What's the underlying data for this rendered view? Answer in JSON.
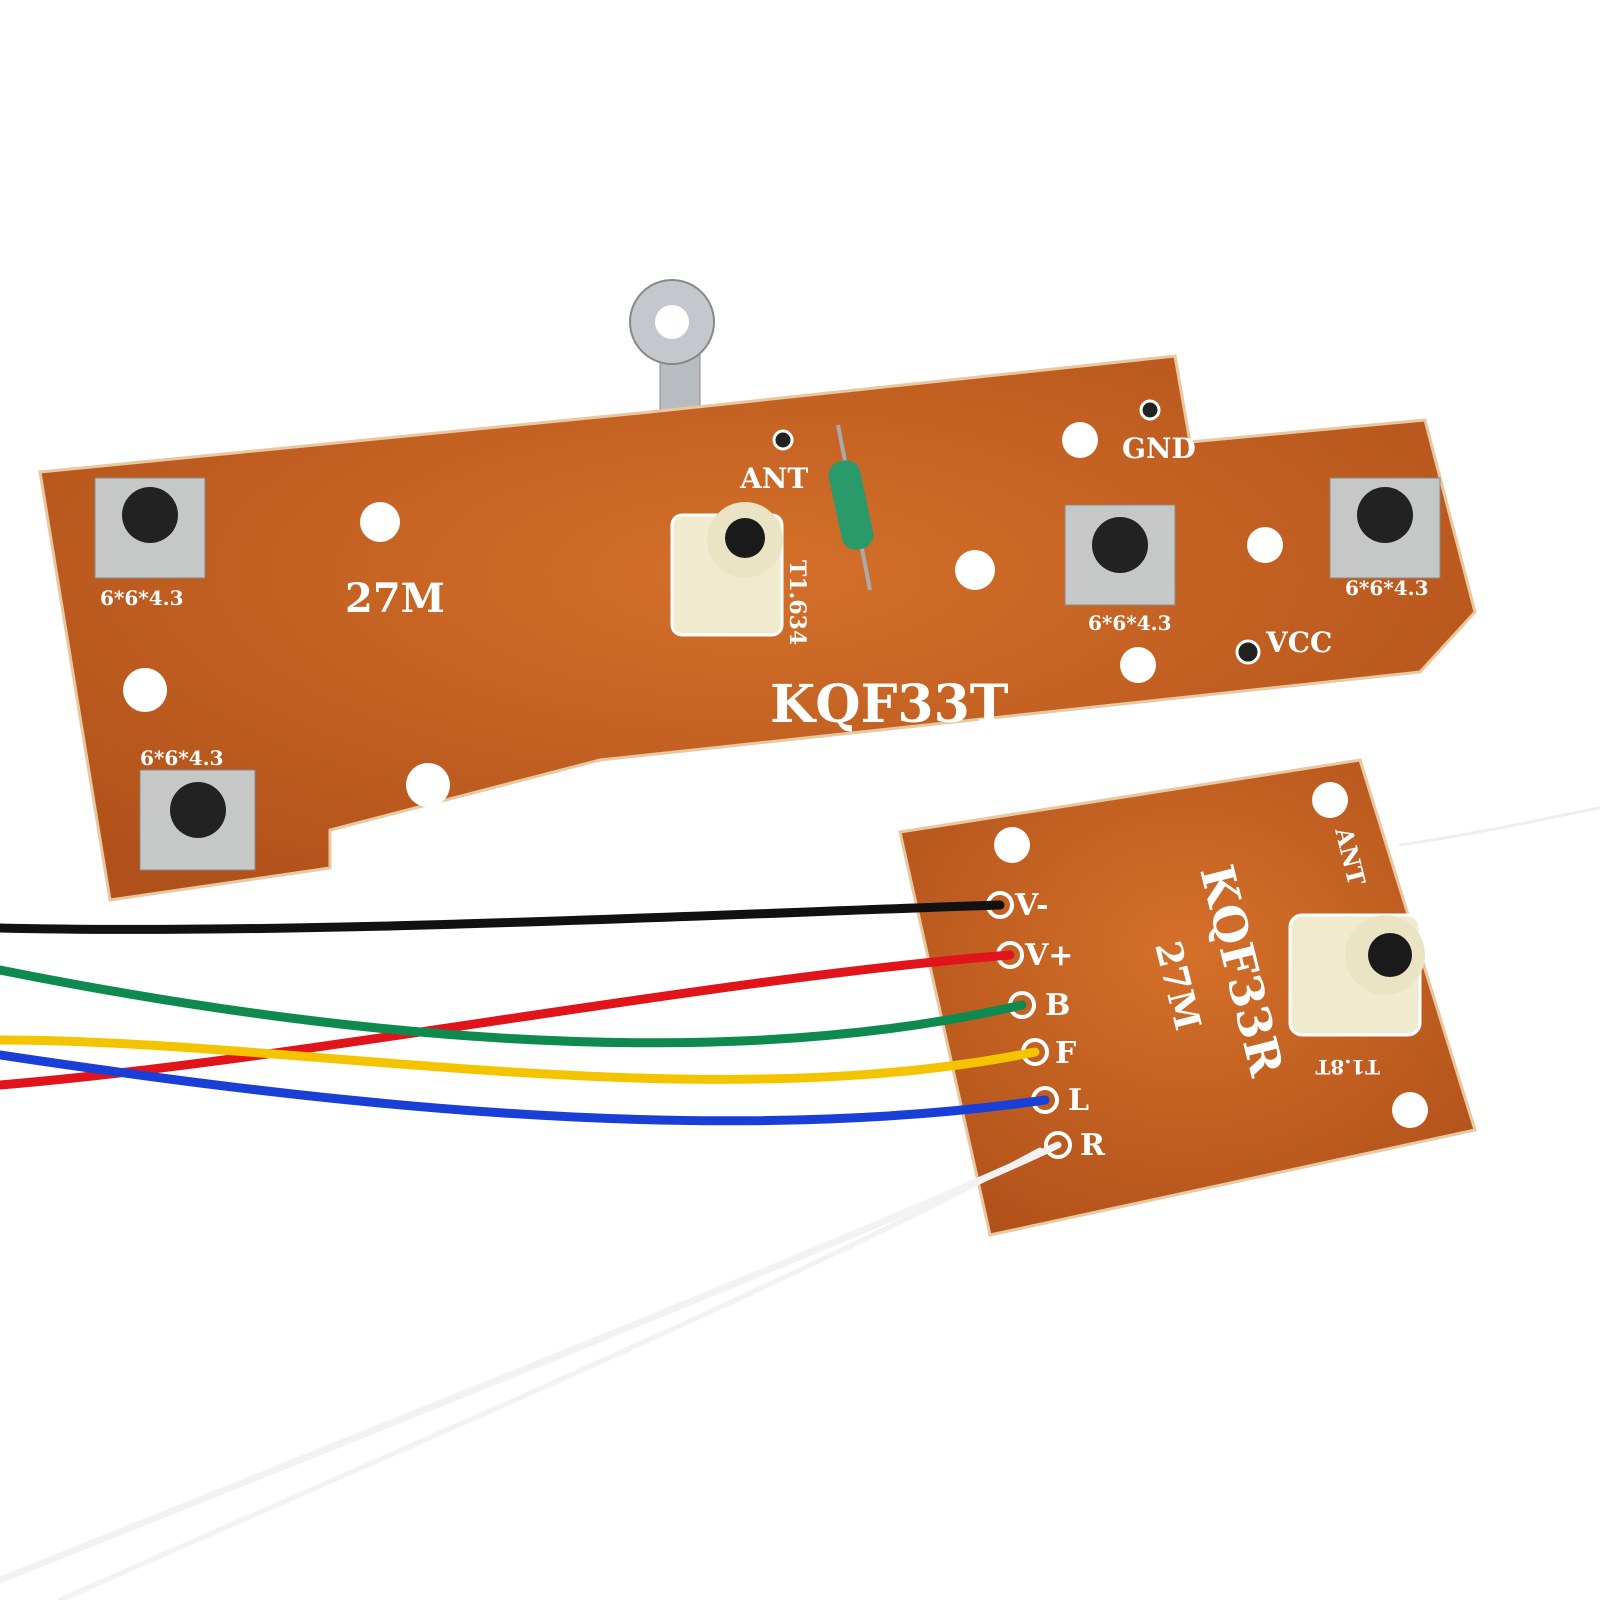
{
  "transmitter": {
    "freq": "27M",
    "model": "KQF33T",
    "ant": "ANT",
    "gnd": "GND",
    "vcc": "VCC",
    "coil": "T1.634",
    "switch_labels": [
      "6*6*4.3",
      "6*6*4.3",
      "6*6*4.3",
      "6*6*4.3"
    ]
  },
  "receiver": {
    "model": "KQF33R",
    "freq": "27M",
    "ant": "ANT",
    "coil": "T1.8T",
    "pins": [
      "V-",
      "V+",
      "B",
      "F",
      "L",
      "R"
    ]
  },
  "colors": {
    "pcb": "#c7621e",
    "wire_black": "#111111",
    "wire_red": "#e0141a",
    "wire_green": "#0e8a4e",
    "wire_yellow": "#f5c400",
    "wire_blue": "#1a3fd6",
    "wire_white": "#f4f4f4"
  }
}
